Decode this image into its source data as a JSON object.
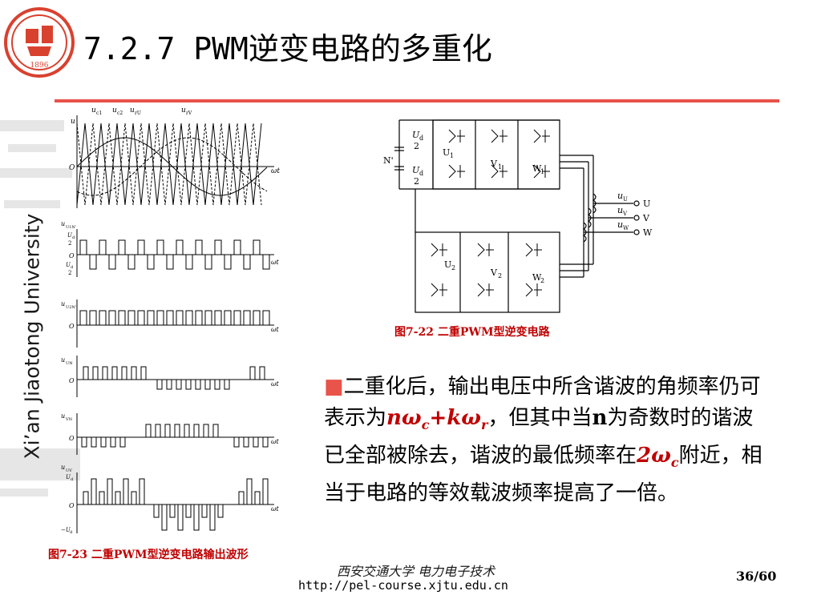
{
  "slide": {
    "title": "7.2.7 PWM逆变电路的多重化",
    "university": "Xi’an Jiaotong University",
    "logo_year": "1896",
    "page": "36/60"
  },
  "circuit": {
    "caption": "图7-22  二重PWM型逆变电路",
    "ud_num": "U",
    "ud_sub": "d",
    "ud_den": "2",
    "midpoint": "N'",
    "leg_labels": [
      "U",
      "V",
      "W"
    ],
    "leg_sub1": "1",
    "leg_sub2": "2",
    "out_label_u": "u",
    "outputs": [
      "U",
      "V",
      "W"
    ]
  },
  "waveform": {
    "caption": "图7-23  二重PWM型逆变电路输出波形",
    "top_labels": [
      "u",
      "u",
      "u",
      "u"
    ],
    "top_subs": [
      "c1",
      "c2",
      "rU",
      "rV"
    ],
    "axis_u": "u",
    "origin": "O",
    "t_label": "ωt",
    "row_labels": [
      "u",
      "u",
      "u",
      "u",
      "u"
    ],
    "row_subs": [
      "U1N'",
      "U2N'",
      "UN",
      "VN",
      "UV"
    ],
    "ud_half_pos": "U",
    "ud_half_den": "2",
    "ud_half_neg": "U",
    "ud_full_pos": "U",
    "ud_full_neg": "−U",
    "d_sub": "d"
  },
  "text": {
    "bullet": "■",
    "p1": "二重化后，输出电压中所含谐波的角频率仍可表示为",
    "f1": "nω",
    "f1s": "c",
    "f1b": "+kω",
    "f1bs": "r",
    "p2": "，但其中当",
    "n": "n",
    "p3": "为奇数时的谐波已全部被除去，谐波的最低频率在",
    "f2": "2ω",
    "f2s": "c",
    "p4": "附近，相当于电路的等效载波频率提高了一倍。"
  },
  "footer": {
    "brand": "西安交通大学 电力电子技术",
    "url": "http://pel-course.xjtu.edu.cn"
  },
  "colors": {
    "accent": "#e8534a",
    "highlight": "#c00000"
  }
}
